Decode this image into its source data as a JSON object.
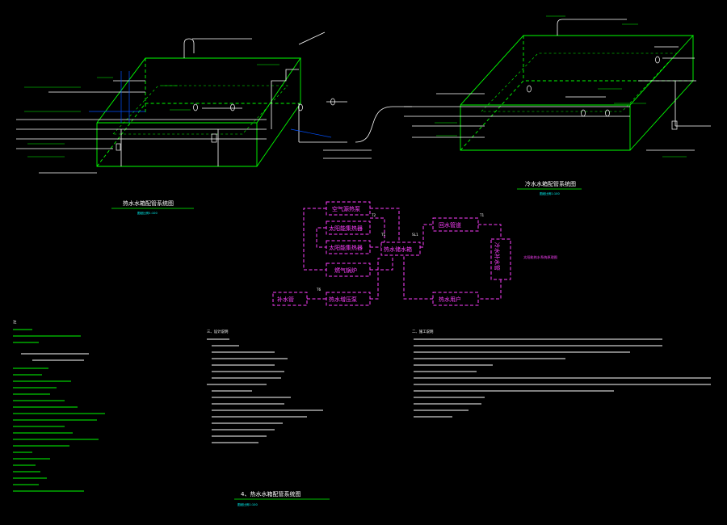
{
  "colors": {
    "background": "#000000",
    "outline": "#00ff00",
    "pipe": "#ffffff",
    "flow": "#ff40ff",
    "accent": "#00ffff",
    "dim": "#0050ff"
  },
  "left_tank": {
    "title": "热水水箱配管系统图",
    "subtitle": "图纸比例1:100"
  },
  "right_tank": {
    "title": "冷水水箱配管系统图",
    "subtitle": "图纸比例1:100"
  },
  "flow": {
    "nodes": [
      "空气源热泵",
      "太阳能集热器",
      "太阳能集热器",
      "燃气锅炉",
      "热水储水箱",
      "回水管道",
      "热水用户",
      "热水增压泵",
      "补水管",
      "冷水补水管"
    ],
    "tags": [
      "T2",
      "T1",
      "SL1",
      "T1",
      "T6"
    ],
    "side_label": "太阳能热水系统原理图"
  },
  "notes": {
    "left_heading": "注",
    "mid_heading": "三、设计说明",
    "right_heading": "二、施工说明",
    "mid_title": "4、热水水箱配管系统图",
    "mid_title_sub": "图纸比例1:100"
  }
}
